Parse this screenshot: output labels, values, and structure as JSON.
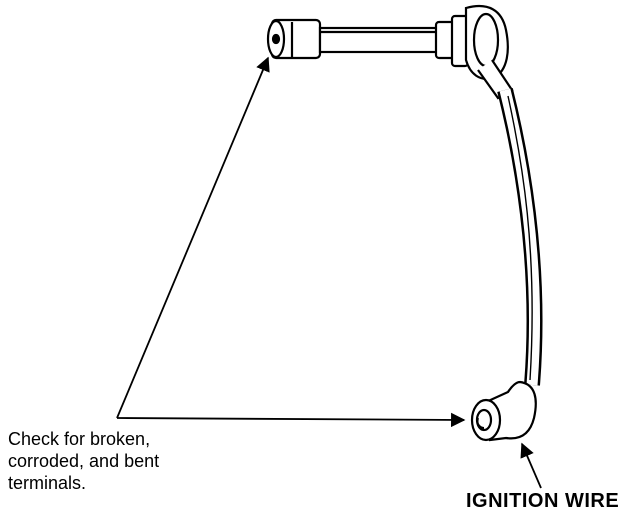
{
  "diagram": {
    "callout_lines": [
      "Check for broken,",
      "corroded, and bent",
      "terminals."
    ],
    "part_label": "IGNITION WIRE"
  },
  "colors": {
    "ink": "#000000",
    "paper": "#ffffff"
  }
}
